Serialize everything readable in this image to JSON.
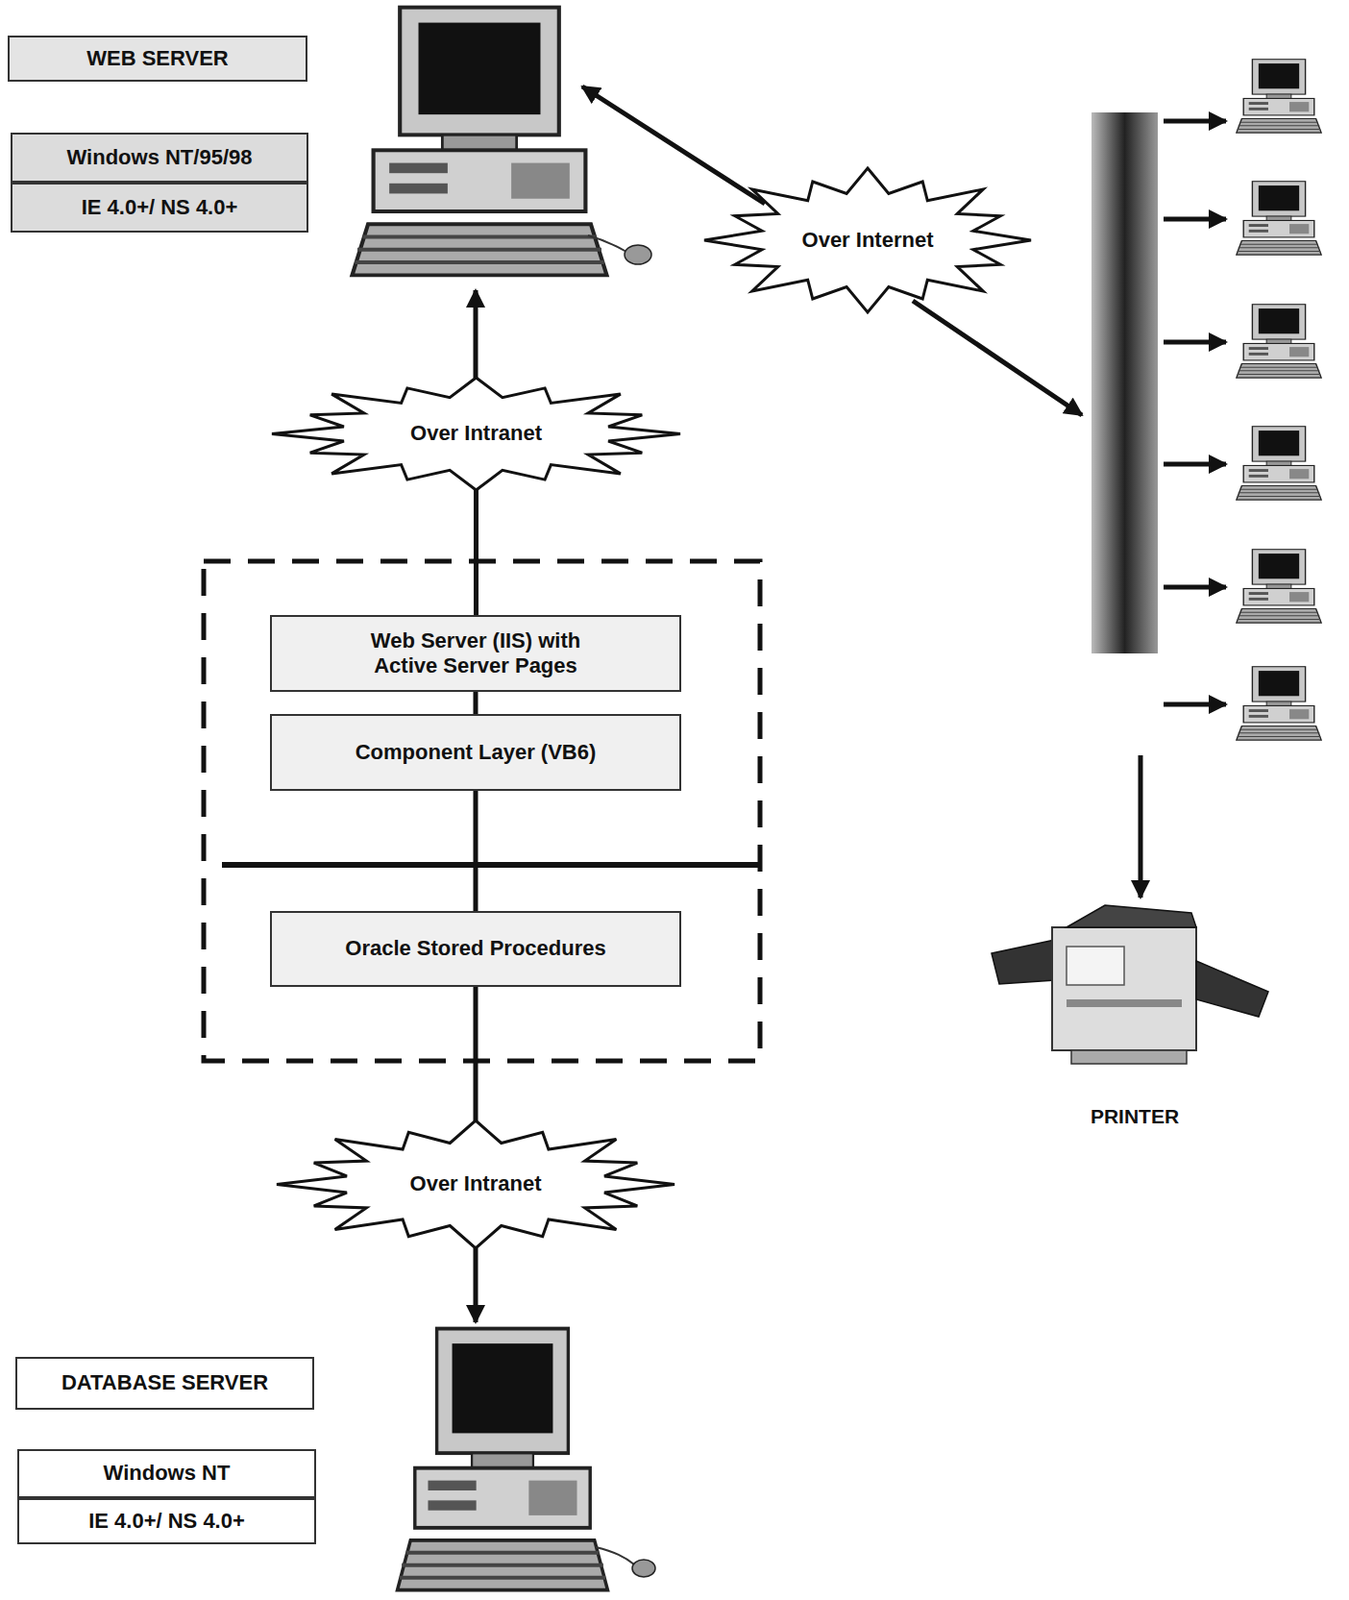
{
  "diagram": {
    "nodes": [
      {
        "text": [
          "WEB SERVER"
        ]
      },
      {
        "text": [
          "Windows NT/95/98"
        ]
      },
      {
        "text": [
          "IE 4.0+/ NS 4.0+"
        ]
      },
      {
        "text": [
          "Over Internet"
        ]
      },
      {
        "text": [
          "Over Intranet"
        ]
      },
      {
        "text": [
          "Web Server (IIS) with Active Server Pages"
        ]
      },
      {
        "text": [
          "Component Layer (VB6)"
        ]
      },
      {
        "text": [
          "Oracle Stored Procedures"
        ]
      },
      {
        "text": [
          "Over Intranet"
        ]
      },
      {
        "text": [
          "DATABASE SERVER"
        ]
      },
      {
        "text": [
          "Windows NT"
        ]
      },
      {
        "text": [
          "IE 4.0+/ NS 4.0+"
        ]
      }
    ],
    "edges": [
      {
        "from": 4,
        "to": 5,
        "arrow": "none"
      },
      {
        "from": 5,
        "to": 6,
        "arrow": "none"
      },
      {
        "from": 6,
        "to": 7,
        "arrow": "none"
      },
      {
        "from": 7,
        "to": 8,
        "arrow": "none"
      }
    ],
    "labels": [
      "PRINTER"
    ]
  }
}
